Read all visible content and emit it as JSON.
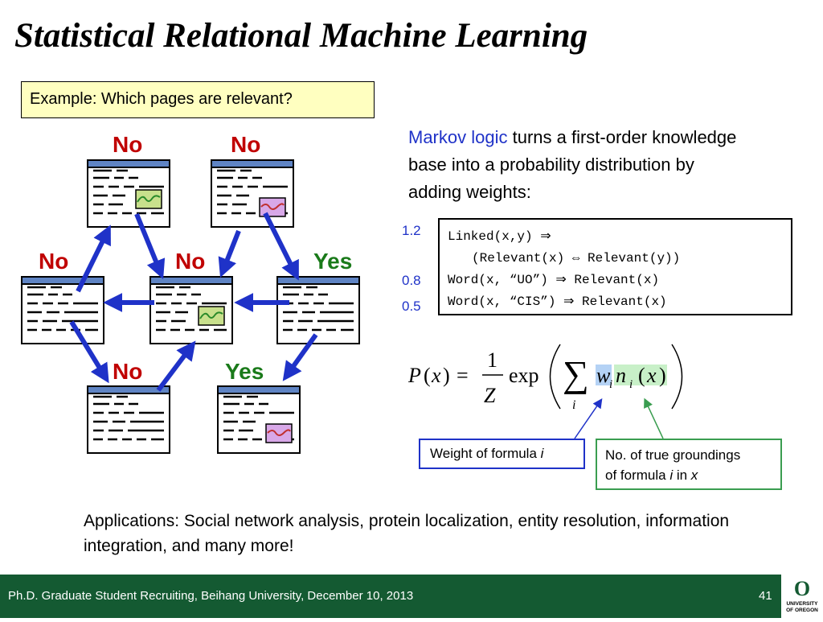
{
  "slide": {
    "title": "Statistical Relational Machine Learning",
    "example_label": "Example: Which pages are relevant?",
    "labels": {
      "top_left": "No",
      "top_right": "No",
      "mid_left": "No",
      "mid_center": "No",
      "mid_right": "Yes",
      "bottom_left": "No",
      "bottom_right": "Yes"
    },
    "markov": {
      "link": "Markov logic",
      "text": " turns a first-order knowledge base into a probability distribution by adding weights:"
    },
    "weights": [
      "1.2",
      "0.8",
      "0.5"
    ],
    "formulas": {
      "f1a": "Linked(x,y) ⇒",
      "f1b": "(Relevant(x) ⇔ Relevant(y))",
      "f2": "Word(x, “UO”) ⇒ Relevant(x)",
      "f3": "Word(x, “CIS”) ⇒ Relevant(x)"
    },
    "equation": {
      "P": "P",
      "x": "x",
      "eq": "=",
      "one": "1",
      "Z": "Z",
      "exp": "exp",
      "i": "i",
      "w": "w",
      "n": "n",
      "lpar": "(",
      "rpar": ")"
    },
    "weight_box": {
      "text": "Weight of formula ",
      "var": "i"
    },
    "groundings_box": {
      "line1": "No. of true groundings",
      "line2_pre": " of formula ",
      "i": "i",
      "mid": " in ",
      "x": "x"
    },
    "applications": "Applications: Social network analysis, protein localization, entity resolution, information integration, and many more!",
    "footer": {
      "text": "Ph.D. Graduate Student Recruiting, Beihang University, December 10, 2013",
      "page": "41",
      "logo_letter": "O",
      "logo_line1": "UNIVERSITY",
      "logo_line2": "OF OREGON"
    },
    "colors": {
      "no_label": "#c00000",
      "yes_label": "#1a7a1a",
      "arrow": "#1f32c8",
      "footer": "#145a32",
      "example_bg": "#ffffc0",
      "weight_highlight": "#b4d2f5",
      "groundings_highlight": "#c8f0c8"
    }
  }
}
